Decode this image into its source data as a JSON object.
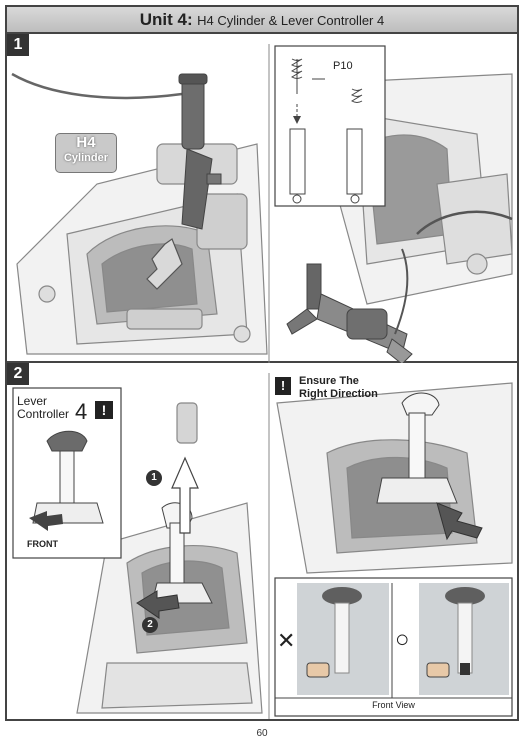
{
  "header": {
    "unit": "Unit 4:",
    "subtitle": "H4 Cylinder & Lever Controller 4"
  },
  "step1": {
    "number": "1",
    "part_tag": {
      "line1": "H4",
      "line2": "Cylinder"
    },
    "detail_label": "P10"
  },
  "step2": {
    "number": "2",
    "part_box": {
      "line1": "Lever",
      "line2": "Controller",
      "number": "4",
      "alert": "!",
      "front_label": "FRONT"
    },
    "callout1": "1",
    "callout2": "2",
    "warning": {
      "icon": "!",
      "line1": "Ensure The",
      "line2": "Right Direction"
    },
    "front_view": {
      "wrong_mark": "✕",
      "right_mark": "○",
      "caption": "Front View"
    }
  },
  "page_number": "60"
}
